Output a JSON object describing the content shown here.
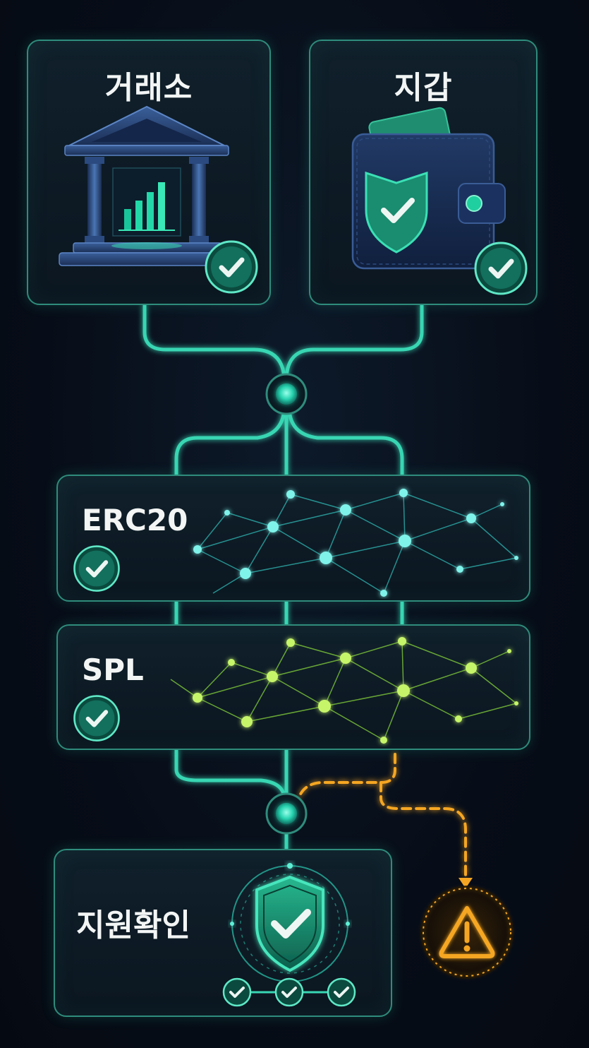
{
  "cards": {
    "exchange": {
      "title": "거래소",
      "icon": "bank-icon",
      "status": "check-icon"
    },
    "wallet": {
      "title": "지갑",
      "icon": "wallet-icon",
      "status": "check-icon"
    }
  },
  "networks": [
    {
      "title": "ERC20",
      "status": "check-icon",
      "color": "#4fe6d8"
    },
    {
      "title": "SPL",
      "status": "check-icon",
      "color": "#9bef3a"
    }
  ],
  "verification": {
    "title": "지원확인",
    "icon": "shield-check-icon"
  },
  "warning": {
    "icon": "warning-icon",
    "color": "#f5a623"
  },
  "colors": {
    "accent": "#3be0c0",
    "line": "#39d6b3",
    "warning": "#f5a623",
    "background": "#070d18"
  }
}
